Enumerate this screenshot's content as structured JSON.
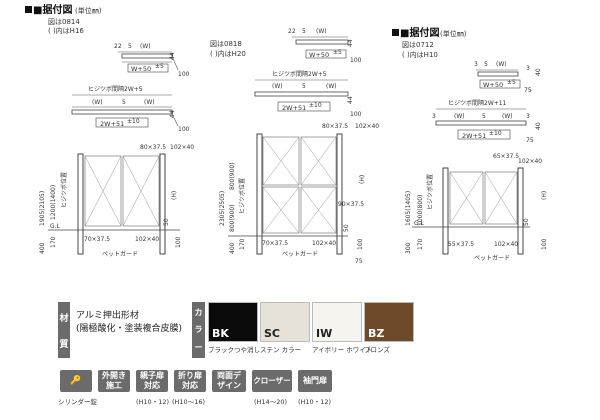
{
  "sections": [
    {
      "title": "■据付図",
      "unit": "(単位㎜)",
      "fig": "図は0814",
      "note": "(  )内はH16"
    },
    {
      "fig": "図は0818",
      "note": "(  )内はH20"
    },
    {
      "title": "■据付図",
      "unit": "(単位㎜)",
      "fig": "図は0712",
      "note": "(  )内はH10"
    }
  ],
  "dims": {
    "d22": "22",
    "d5": "5",
    "dW": "(W)",
    "d44": "44",
    "d100": "100",
    "d75": "75",
    "w50": "W+50",
    "pm5": "±5",
    "w50pm": "W+50±5",
    "hiji2w5": "ヒジツボ間隔2W+5",
    "hiji2w11": "ヒジツボ間隔2W+11",
    "w2_51": "2W+51",
    "pm10": "±10",
    "d3": "3",
    "d40": "40",
    "p80": "80×37.5",
    "p102": "102×40",
    "p90": "90×37.5",
    "p65": "65×37.5",
    "p70": "70×37.5",
    "p55": "55×37.5",
    "gl": "G.L",
    "petguard": "ペットガード",
    "hijitsubo": "ヒジツボ位置",
    "h": "(H)",
    "d50": "50",
    "d170": "170",
    "d400": "400",
    "d300": "300",
    "h1200": "1200(1400)",
    "h1905": "1905(2105)",
    "h2305": "2305(2505)",
    "h800": "800(900)",
    "h800b": "800(900)",
    "h1000": "1000(800)",
    "h1605": "1605(1405)"
  },
  "material": {
    "tag": [
      "材",
      "質"
    ],
    "lines": [
      "アルミ押出形材",
      "(陽極酸化・塗装複合皮膜)"
    ]
  },
  "color_tag": [
    "カ",
    "ラ",
    "ー"
  ],
  "colors": [
    {
      "code": "BK",
      "name": "ブラックつや消し",
      "hex": "#0a0a0a",
      "text": "#ffffff"
    },
    {
      "code": "SC",
      "name": "ステン カラー",
      "hex": "#e6e2da",
      "text": "#222222"
    },
    {
      "code": "IW",
      "name": "アイボリー ホワイト",
      "hex": "#f6f4ee",
      "text": "#222222"
    },
    {
      "code": "BZ",
      "name": "ブロンズ",
      "hex": "#6e4a2a",
      "text": "#ffffff"
    }
  ],
  "features": [
    {
      "label": "🔑",
      "caption": "シリンダー錠"
    },
    {
      "label": "外開き施工",
      "caption": ""
    },
    {
      "label": "親子扉対応",
      "caption": "(H10・12)"
    },
    {
      "label": "折り扉対応",
      "caption": "(H10〜16)"
    },
    {
      "label": "両面デザイン",
      "caption": ""
    },
    {
      "label": "クローザー",
      "caption": "(H14〜20)"
    },
    {
      "label": "袖門扉",
      "caption": "(H10・12)"
    }
  ]
}
